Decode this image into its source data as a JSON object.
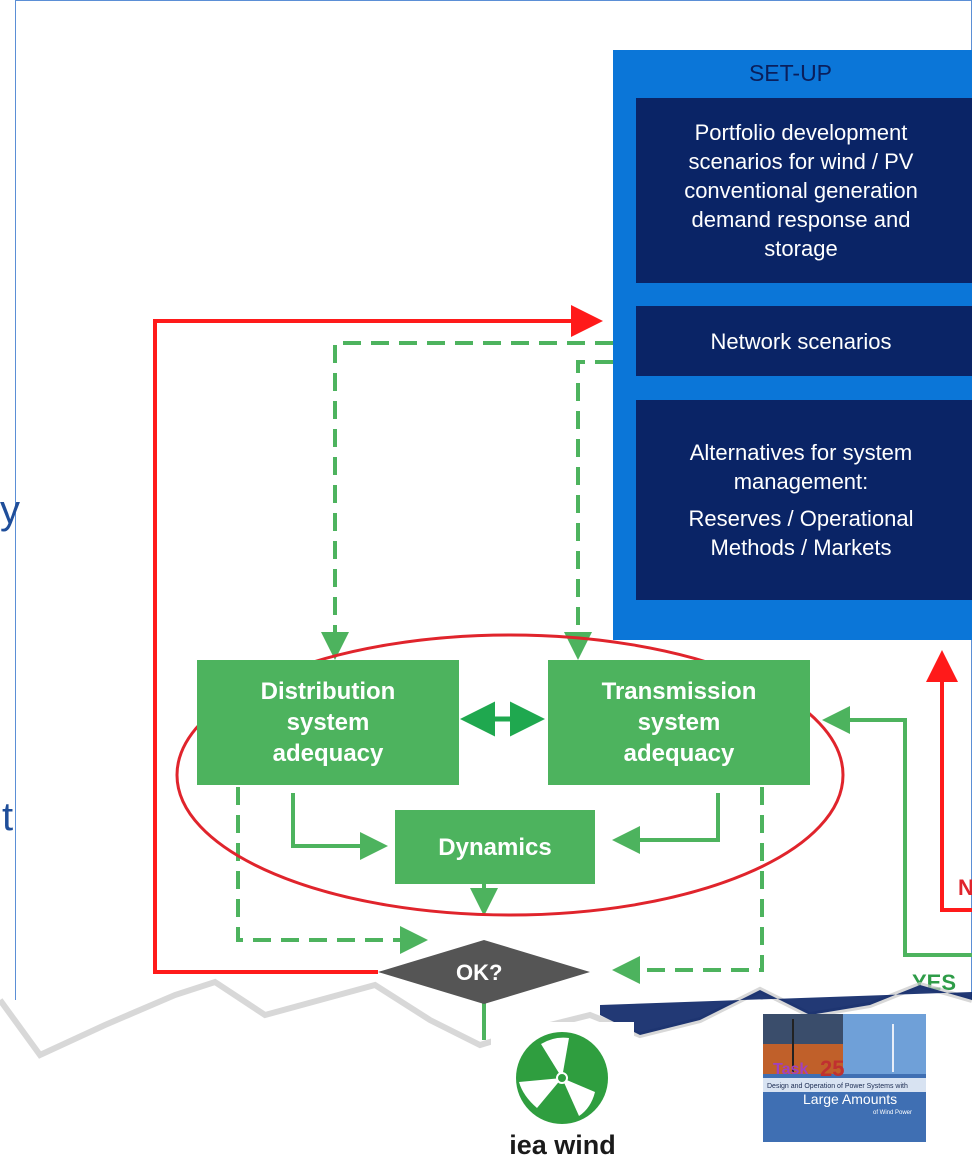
{
  "side_text": {
    "line1": "y",
    "line2": "t"
  },
  "setup": {
    "title": "SET-UP",
    "portfolio": [
      "Portfolio development",
      "scenarios for wind / PV",
      "conventional generation",
      "demand response and",
      "storage"
    ],
    "network": "Network scenarios",
    "alternatives": [
      "Alternatives for system",
      "management:"
    ],
    "reserves": [
      "Reserves / Operational",
      "Methods / Markets"
    ]
  },
  "boxes": {
    "distribution": [
      "Distribution",
      "system",
      "adequacy"
    ],
    "transmission": [
      "Transmission",
      "system",
      "adequacy"
    ],
    "dynamics": "Dynamics"
  },
  "decision": "OK?",
  "labels": {
    "no_left": "NO",
    "no_right": "N",
    "yes": "YES"
  },
  "logos": {
    "iea": "iea wind",
    "task_number": "25",
    "task_word": "Task",
    "task_subtitle": "Design and Operation of Power Systems with",
    "task_large": "Large Amounts",
    "task_small": "of Wind Power"
  },
  "colors": {
    "setup_blue": "#0b76d8",
    "navy": "#0a2466",
    "green": "#4db35e",
    "red": "#ff1a1a",
    "decision": "#555555"
  }
}
